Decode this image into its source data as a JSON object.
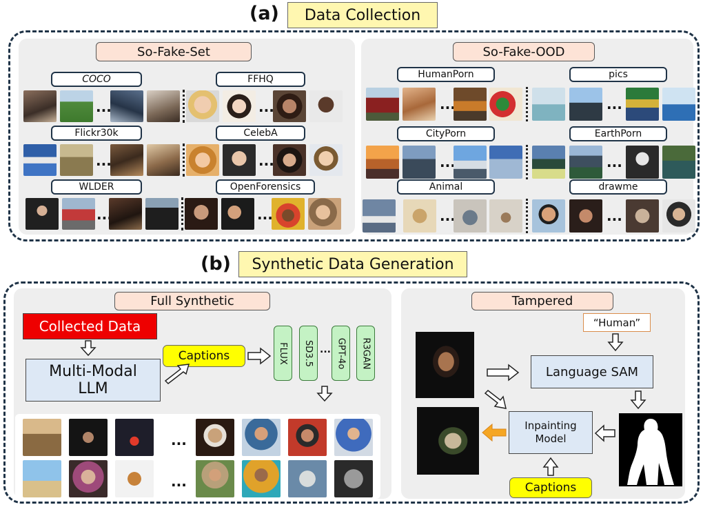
{
  "section_a": {
    "letter": "(a)",
    "label": "Data Collection"
  },
  "section_b": {
    "letter": "(b)",
    "label": "Synthetic Data Generation"
  },
  "so_fake_set": {
    "title": "So-Fake-Set",
    "sources": [
      "COCO",
      "FFHQ",
      "Flickr30k",
      "CelebA",
      "WLDER",
      "OpenForensics"
    ]
  },
  "so_fake_ood": {
    "title": "So-Fake-OOD",
    "sources": [
      "HumanPorn",
      "pics",
      "CityPorn",
      "EarthPorn",
      "Animal",
      "drawme"
    ]
  },
  "full_synthetic": {
    "title": "Full Synthetic",
    "collected": "Collected Data",
    "mllm_line1": "Multi-Modal",
    "mllm_line2": "LLM",
    "captions": "Captions",
    "models": [
      "FLUX",
      "SD3.5",
      "GPT-4o",
      "R3GAN"
    ],
    "dots": "..."
  },
  "tampered": {
    "title": "Tampered",
    "prompt": "“Human”",
    "sam": "Language SAM",
    "inpaint_line1": "Inpainting",
    "inpaint_line2": "Model",
    "captions": "Captions"
  },
  "ellipsis": "..."
}
